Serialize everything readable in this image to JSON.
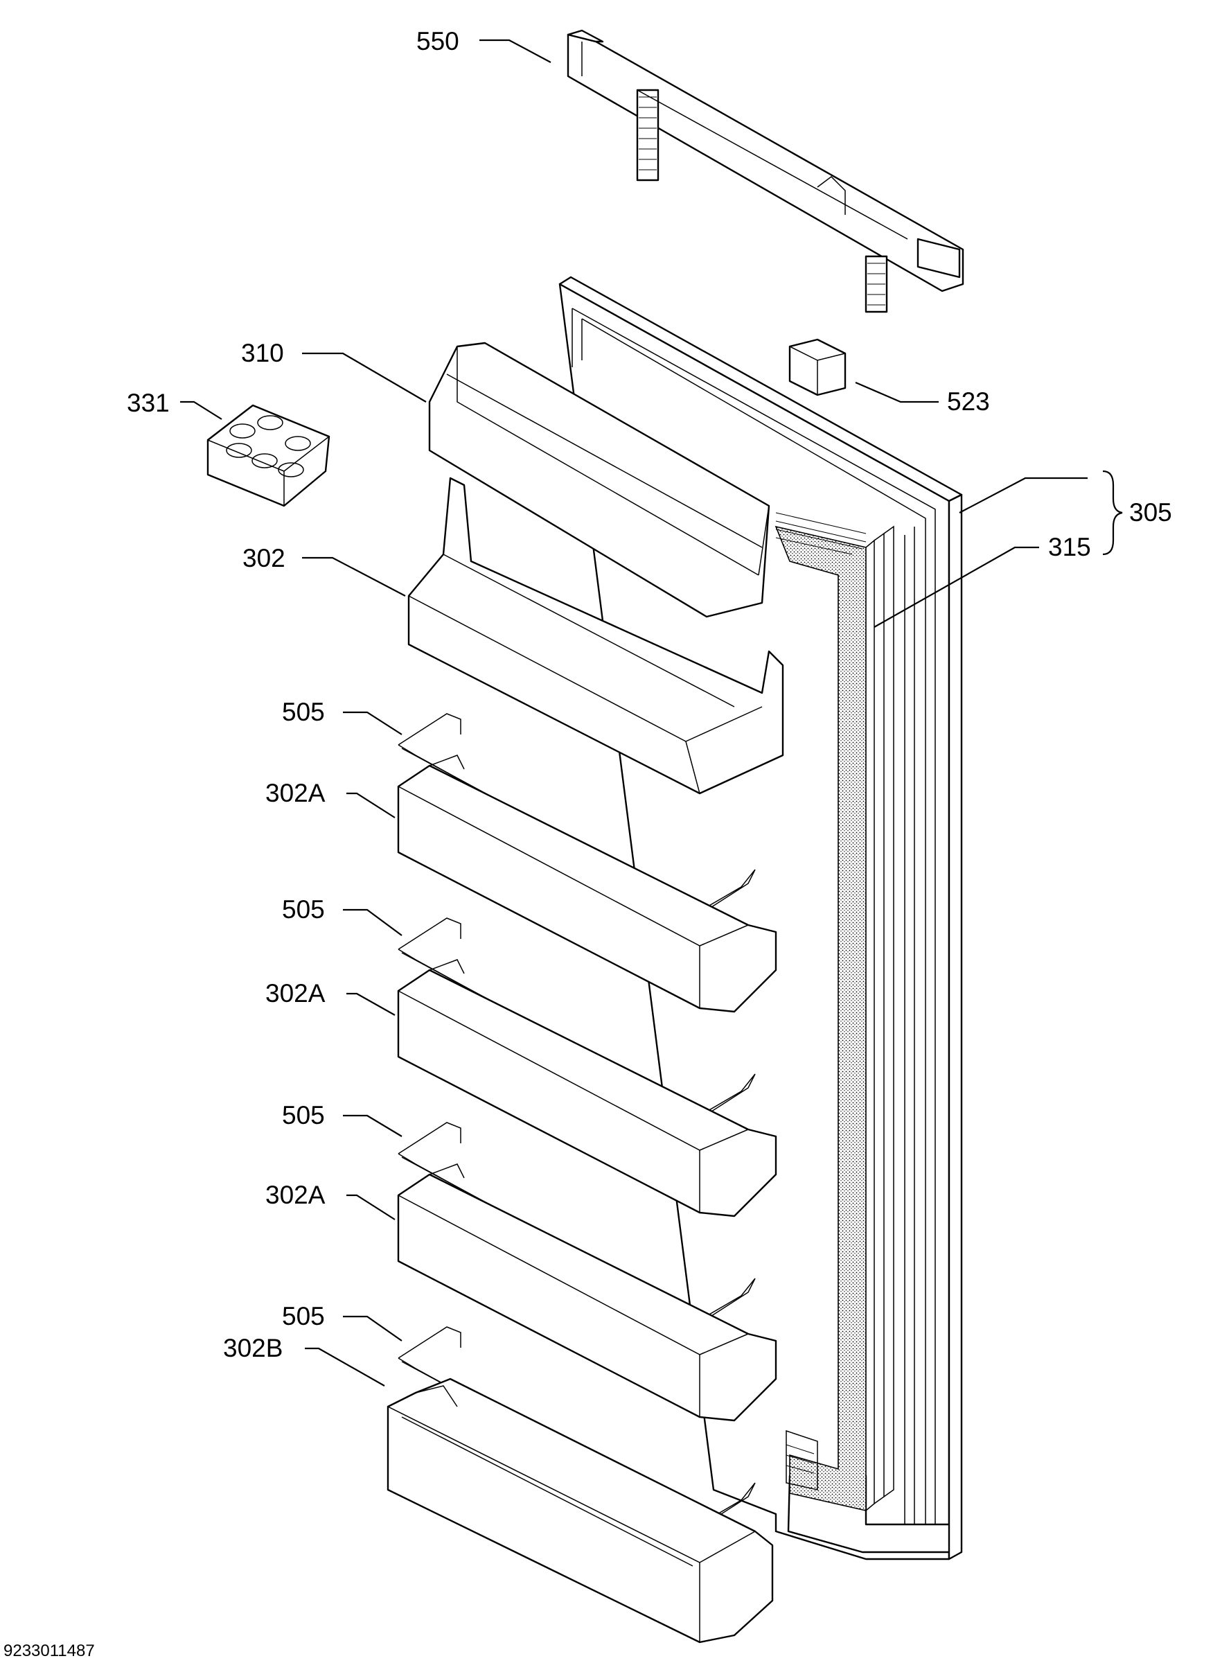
{
  "diagram": {
    "drawing_number": "9233011487",
    "parts": [
      {
        "id": "handle",
        "label": "550"
      },
      {
        "id": "egg-tray",
        "label": "331"
      },
      {
        "id": "dairy-cover",
        "label": "310"
      },
      {
        "id": "hinge-cap",
        "label": "523"
      },
      {
        "id": "door-assembly",
        "label": "305"
      },
      {
        "id": "door-gasket",
        "label": "315"
      },
      {
        "id": "top-shelf",
        "label": "302"
      },
      {
        "id": "bar-1",
        "label": "505"
      },
      {
        "id": "shelf-a-1",
        "label": "302A"
      },
      {
        "id": "bar-2",
        "label": "505"
      },
      {
        "id": "shelf-a-2",
        "label": "302A"
      },
      {
        "id": "bar-3",
        "label": "505"
      },
      {
        "id": "shelf-a-3",
        "label": "302A"
      },
      {
        "id": "bar-4",
        "label": "505"
      },
      {
        "id": "bottle-shelf",
        "label": "302B"
      }
    ]
  }
}
